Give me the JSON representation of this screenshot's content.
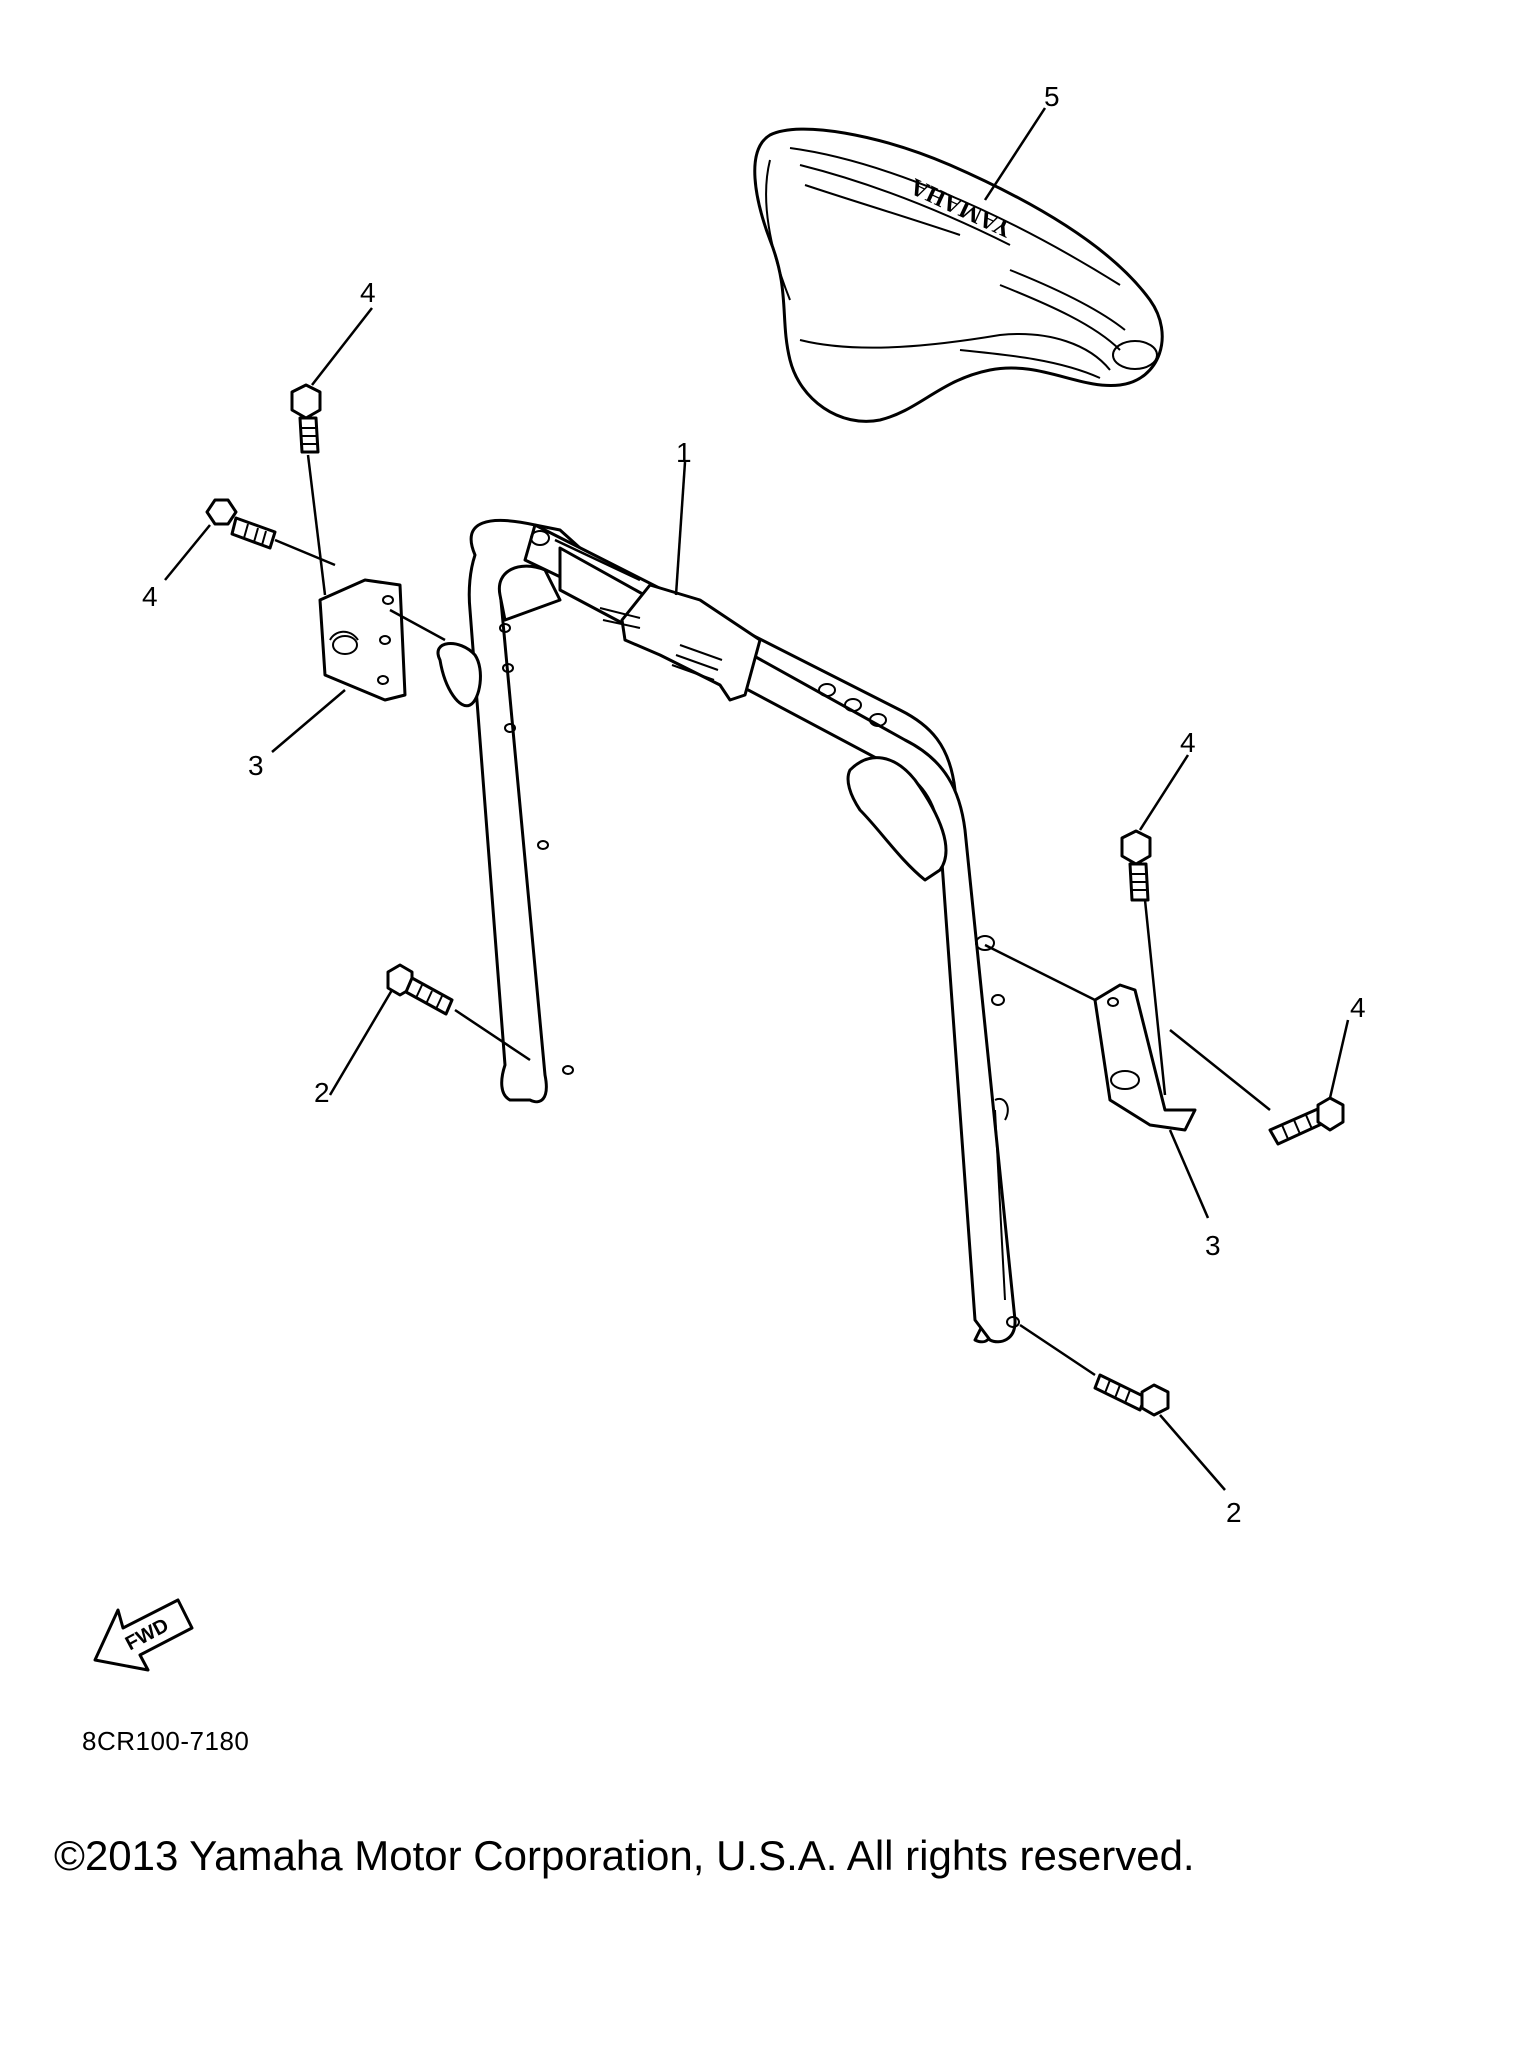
{
  "callouts": {
    "c1": "1",
    "c2a": "2",
    "c2b": "2",
    "c3a": "3",
    "c3b": "3",
    "c4a": "4",
    "c4b": "4",
    "c4c": "4",
    "c4d": "4",
    "c5": "5"
  },
  "seat_logo": "YAMAHA",
  "fwd_label": "FWD",
  "diagram_code": "8CR100-7180",
  "copyright": "©2013 Yamaha Motor Corporation, U.S.A. All rights reserved."
}
